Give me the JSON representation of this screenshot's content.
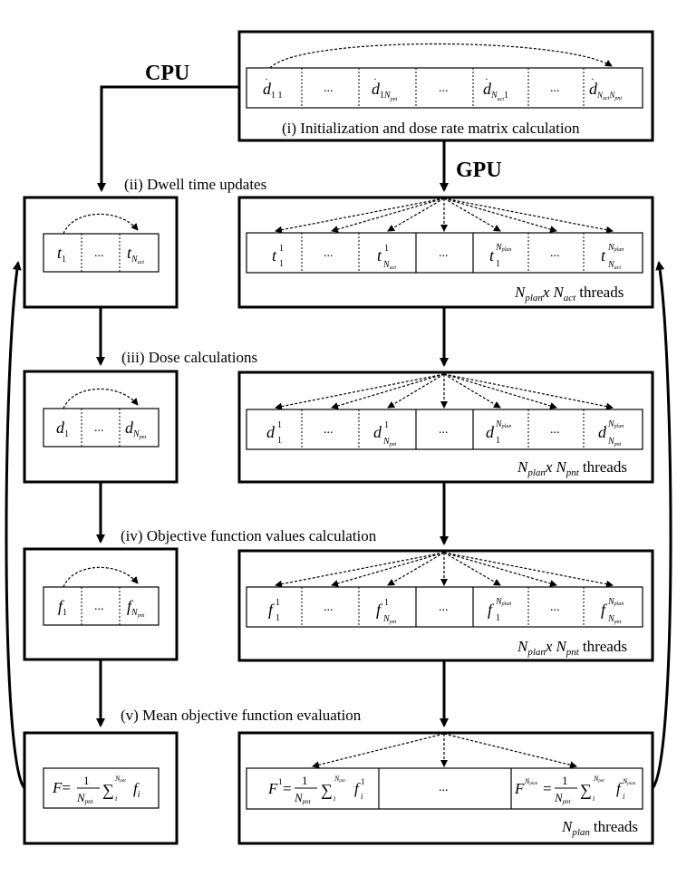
{
  "labels": {
    "cpu": "CPU",
    "gpu": "GPU",
    "init": "(i) Initialization and dose rate matrix calculation",
    "step2": "(ii) Dwell time updates",
    "step3": "(iii) Dose calculations",
    "step4": "(iv) Objective function values calculation",
    "step5": "(v) Mean objective function evaluation",
    "threads": "threads",
    "times_x": "x",
    "ellipsis": "..."
  },
  "symbols": {
    "d": "d",
    "t": "t",
    "f": "f",
    "F": "F",
    "N": "N",
    "one": "1",
    "eq": "=",
    "sum": "∑",
    "i": "i",
    "sub_pnt": "pnt",
    "sub_act": "act",
    "sub_plan": "plan",
    "sub_11": "1 1",
    "sub_1": "1"
  },
  "colors": {
    "ink": "#000000",
    "background": "#ffffff"
  }
}
